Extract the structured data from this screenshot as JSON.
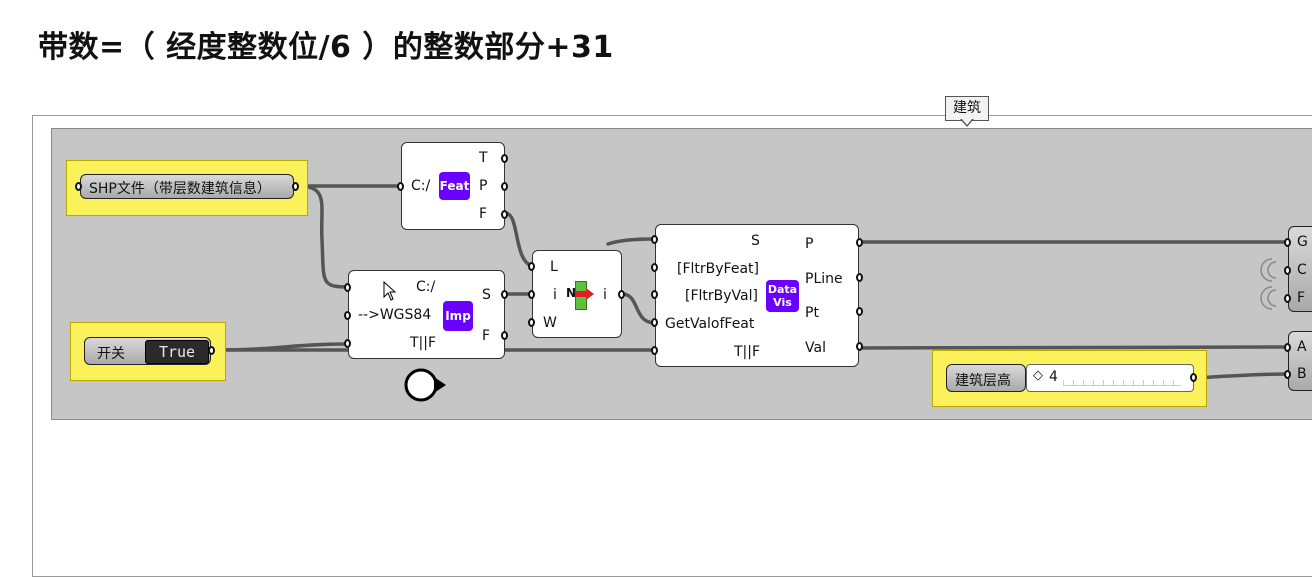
{
  "title": "带数=（ 经度整数位/6 ）的整数部分+31",
  "group": {
    "label": "建筑"
  },
  "shp_panel": {
    "label": "SHP文件（带层数建筑信息）"
  },
  "toggle_panel": {
    "label": "开关",
    "value": "True"
  },
  "feat_node": {
    "input": "C:/",
    "badge": "Feat",
    "outputs": [
      "T",
      "P",
      "F"
    ]
  },
  "imp_node": {
    "inputs": [
      "C:/",
      "-->WGS84",
      "T||F"
    ],
    "badge": "Imp",
    "outputs": [
      "S",
      "F"
    ]
  },
  "list_node": {
    "inputs": [
      "L",
      "i",
      "W"
    ],
    "icon_text": "N",
    "outputs": [
      "i"
    ]
  },
  "datavis_node": {
    "inputs": [
      "S",
      "[FltrByFeat]",
      "[FltrByVal]",
      "GetValofFeat",
      "T||F"
    ],
    "badge_line1": "Data",
    "badge_line2": "Vis",
    "outputs": [
      "P",
      "PLine",
      "Pt",
      "Val"
    ]
  },
  "slider": {
    "label": "建筑层高",
    "value": "4"
  },
  "right_node_1": {
    "inputs": [
      "G",
      "C",
      "F"
    ]
  },
  "right_node_2": {
    "inputs": [
      "A",
      "B"
    ]
  },
  "colors": {
    "badge": "#6a00ff",
    "panel": "#fbf15a",
    "canvas": "#c6c6c6"
  }
}
